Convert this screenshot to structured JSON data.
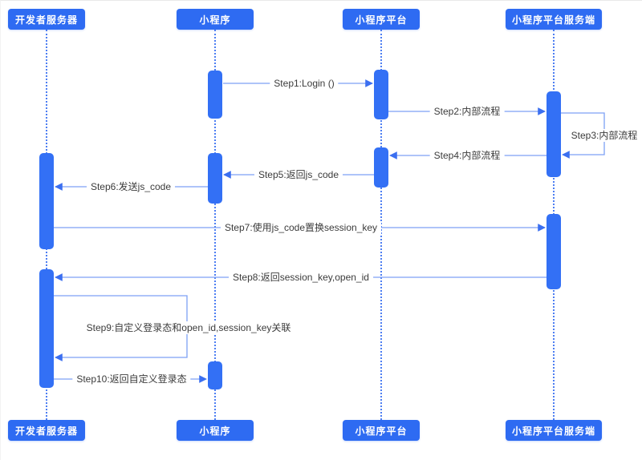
{
  "diagram": {
    "kind": "sequence-diagram",
    "colors": {
      "actor_fill": "#2e6bf2",
      "activation_fill": "#3370f5",
      "arrow_line": "#7da0f5",
      "arrow_head": "#3b6ff0",
      "lifeline": "#4d7ef2",
      "label_text": "#3b3b3b",
      "background": "#ffffff"
    }
  },
  "actors": [
    {
      "name": "开发者服务器"
    },
    {
      "name": "小程序"
    },
    {
      "name": "小程序平台"
    },
    {
      "name": "小程序平台服务端"
    }
  ],
  "messages": [
    {
      "step": 1,
      "label": "Step1:Login ()",
      "from": "小程序",
      "to": "小程序平台",
      "kind": "call"
    },
    {
      "step": 2,
      "label": "Step2:内部流程",
      "from": "小程序平台",
      "to": "小程序平台服务端",
      "kind": "call"
    },
    {
      "step": 3,
      "label": "Step3:内部流程",
      "from": "小程序平台服务端",
      "to": "小程序平台服务端",
      "kind": "self"
    },
    {
      "step": 4,
      "label": "Step4:内部流程",
      "from": "小程序平台服务端",
      "to": "小程序平台",
      "kind": "return"
    },
    {
      "step": 5,
      "label": "Step5:返回js_code",
      "from": "小程序平台",
      "to": "小程序",
      "kind": "return"
    },
    {
      "step": 6,
      "label": "Step6:发送js_code",
      "from": "小程序",
      "to": "开发者服务器",
      "kind": "call"
    },
    {
      "step": 7,
      "label": "Step7:使用js_code置换session_key",
      "from": "开发者服务器",
      "to": "小程序平台服务端",
      "kind": "call"
    },
    {
      "step": 8,
      "label": "Step8:返回session_key,open_id",
      "from": "小程序平台服务端",
      "to": "开发者服务器",
      "kind": "return"
    },
    {
      "step": 9,
      "label": "Step9:自定义登录态和open_id,session_key关联",
      "from": "开发者服务器",
      "to": "开发者服务器",
      "kind": "self"
    },
    {
      "step": 10,
      "label": "Step10:返回自定义登录态",
      "from": "开发者服务器",
      "to": "小程序",
      "kind": "return"
    }
  ]
}
